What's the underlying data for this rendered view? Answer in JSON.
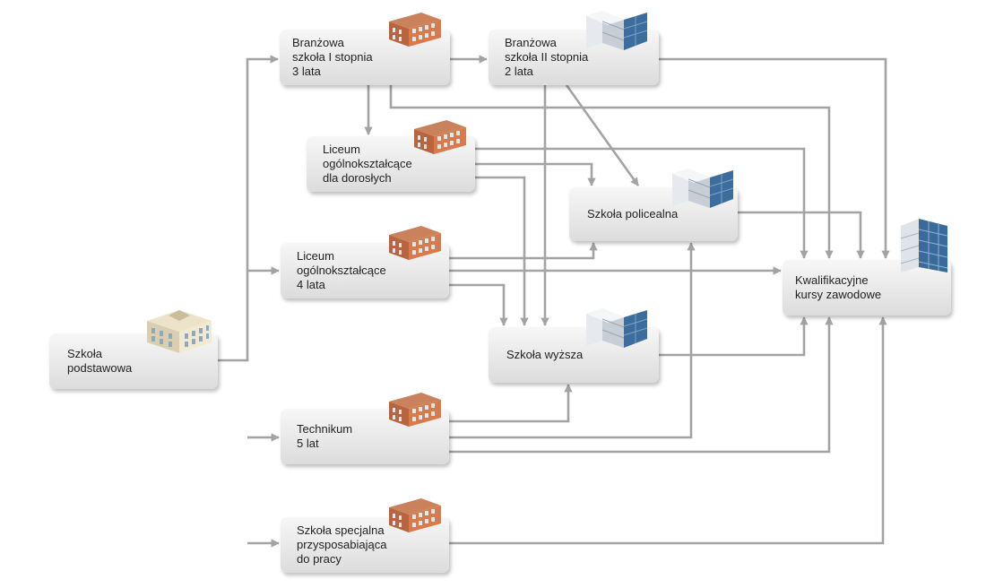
{
  "nodes": {
    "szkola_podstawowa": {
      "lines": [
        "Szkoła",
        "podstawowa"
      ],
      "icon": "classical-school-building-icon"
    },
    "branzowa_1": {
      "lines": [
        "Branżowa",
        "szkoła I stopnia",
        "3 lata"
      ],
      "icon": "brick-school-building-icon"
    },
    "branzowa_2": {
      "lines": [
        "Branżowa",
        "szkoła II stopnia",
        "2 lata"
      ],
      "icon": "modern-glass-building-icon"
    },
    "liceum_doroslych": {
      "lines": [
        "Liceum",
        "ogólnokształcące",
        "dla dorosłych"
      ],
      "icon": "brick-school-building-icon"
    },
    "liceum_4": {
      "lines": [
        "Liceum",
        "ogólnokształcące",
        "4 lata"
      ],
      "icon": "brick-school-building-icon"
    },
    "technikum": {
      "lines": [
        "Technikum",
        "5 lat"
      ],
      "icon": "brick-school-building-icon"
    },
    "szkola_specjalna": {
      "lines": [
        "Szkoła specjalna",
        "przysposabiająca",
        "do pracy"
      ],
      "icon": "brick-school-building-icon"
    },
    "szkola_policealna": {
      "lines": [
        "Szkoła policealna"
      ],
      "icon": "modern-glass-building-icon"
    },
    "szkola_wyzsza": {
      "lines": [
        "Szkoła wyższa"
      ],
      "icon": "modern-glass-building-icon"
    },
    "kursy": {
      "lines": [
        "Kwalifikacyjne",
        "kursy zawodowe"
      ],
      "icon": "office-tower-building-icon"
    }
  },
  "edges": [
    {
      "from": "szkola_podstawowa",
      "to": "branzowa_1"
    },
    {
      "from": "szkola_podstawowa",
      "to": "liceum_4"
    },
    {
      "from": "szkola_podstawowa",
      "to": "technikum"
    },
    {
      "from": "szkola_podstawowa",
      "to": "szkola_specjalna"
    },
    {
      "from": "branzowa_1",
      "to": "branzowa_2"
    },
    {
      "from": "branzowa_1",
      "to": "liceum_doroslych"
    },
    {
      "from": "branzowa_1",
      "to": "kursy"
    },
    {
      "from": "branzowa_2",
      "to": "kursy"
    },
    {
      "from": "branzowa_2",
      "to": "szkola_policealna"
    },
    {
      "from": "branzowa_2",
      "to": "szkola_wyzsza"
    },
    {
      "from": "liceum_doroslych",
      "to": "szkola_policealna"
    },
    {
      "from": "liceum_doroslych",
      "to": "szkola_wyzsza"
    },
    {
      "from": "liceum_doroslych",
      "to": "kursy"
    },
    {
      "from": "liceum_4",
      "to": "szkola_policealna"
    },
    {
      "from": "liceum_4",
      "to": "kursy"
    },
    {
      "from": "liceum_4",
      "to": "szkola_wyzsza"
    },
    {
      "from": "szkola_policealna",
      "to": "kursy"
    },
    {
      "from": "szkola_wyzsza",
      "to": "kursy"
    },
    {
      "from": "technikum",
      "to": "szkola_wyzsza"
    },
    {
      "from": "technikum",
      "to": "szkola_policealna"
    },
    {
      "from": "technikum",
      "to": "kursy"
    },
    {
      "from": "szkola_specjalna",
      "to": "kursy"
    }
  ],
  "colors": {
    "arrow": "#a3a3a3",
    "box_top": "#f7f7f7",
    "box_bottom": "#dcdcdc",
    "text": "#222222"
  }
}
